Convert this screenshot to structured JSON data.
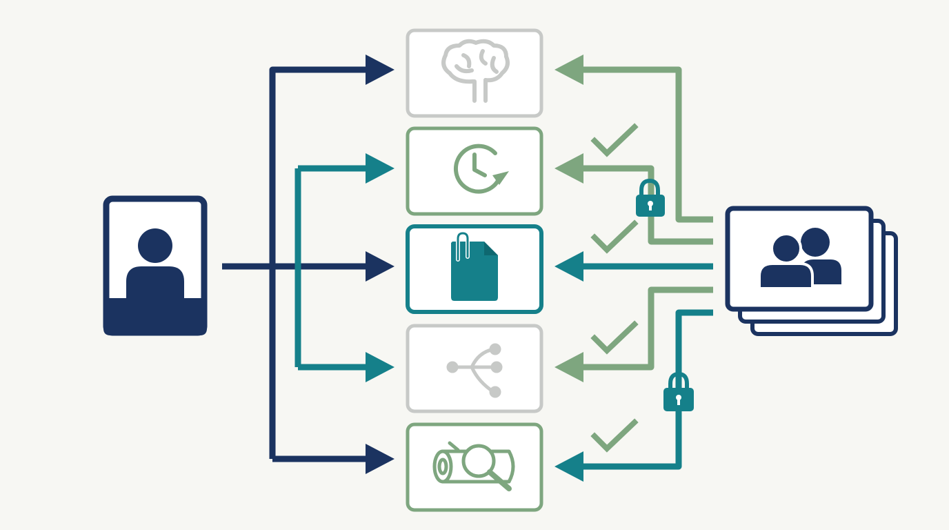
{
  "colors": {
    "background": "#f7f7f3",
    "navy": "#1b3360",
    "teal": "#15808a",
    "sage": "#7ea67f",
    "gray": "#c7c9c7",
    "white": "#ffffff"
  },
  "actors": {
    "left": {
      "icon": "user-profile-icon"
    },
    "right": {
      "icon": "user-group-icon"
    }
  },
  "modules": [
    {
      "name": "memory",
      "icon": "brain-icon",
      "style": "gray"
    },
    {
      "name": "history",
      "icon": "clock-history-icon",
      "style": "sage"
    },
    {
      "name": "documents",
      "icon": "document-clip-icon",
      "style": "teal"
    },
    {
      "name": "sharing",
      "icon": "branch-share-icon",
      "style": "gray"
    },
    {
      "name": "logs",
      "icon": "log-search-icon",
      "style": "sage"
    }
  ],
  "markers": [
    {
      "type": "check",
      "icon": "check-icon"
    },
    {
      "type": "lock",
      "icon": "lock-icon"
    }
  ]
}
